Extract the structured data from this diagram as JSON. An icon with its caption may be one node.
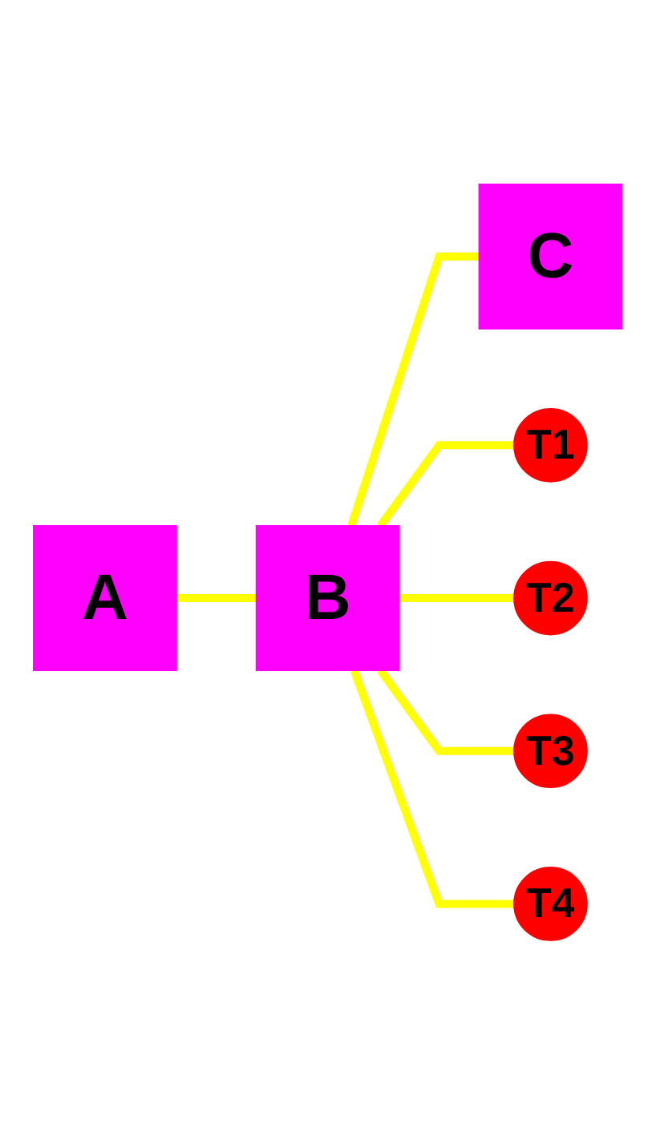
{
  "diagram": {
    "nodes": [
      {
        "text": [
          "A"
        ]
      },
      {
        "text": [
          "B"
        ]
      },
      {
        "text": [
          "C"
        ]
      },
      {
        "text": [
          "T1"
        ]
      },
      {
        "text": [
          "T2"
        ]
      },
      {
        "text": [
          "T3"
        ]
      },
      {
        "text": [
          "T4"
        ]
      }
    ],
    "edges": [
      {
        "from": 0,
        "to": 1,
        "arrow": "none"
      },
      {
        "from": 1,
        "to": 2,
        "arrow": "none"
      },
      {
        "from": 1,
        "to": 3,
        "arrow": "none"
      },
      {
        "from": 1,
        "to": 4,
        "arrow": "none"
      },
      {
        "from": 1,
        "to": 5,
        "arrow": "none"
      },
      {
        "from": 1,
        "to": 6,
        "arrow": "none"
      }
    ]
  }
}
